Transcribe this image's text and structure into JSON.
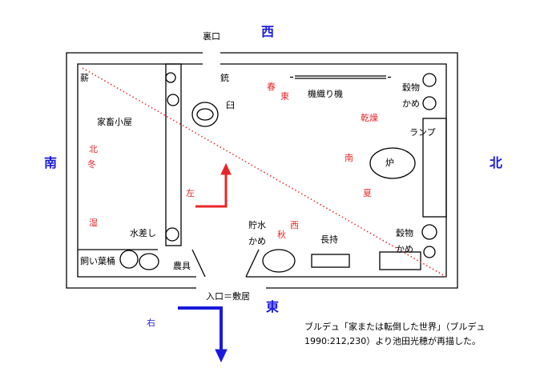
{
  "directions": {
    "west": "西",
    "south": "南",
    "north": "北",
    "east": "東"
  },
  "labels": {
    "back_door": "裏口",
    "firewood": "薪",
    "gun": "銃",
    "mill": "臼",
    "livestock_shed": "家畜小屋",
    "loom": "機織り機",
    "grain_jar_top": [
      "穀物",
      "かめ"
    ],
    "lamp": "ランプ",
    "hearth": "炉",
    "water_trough": "水差し",
    "fodder_tub": "飼い葉桶",
    "farm_tools": "農具",
    "water_jar": [
      "貯水",
      "かめ"
    ],
    "long_chest": "長持",
    "grain_jar_bottom": [
      "穀物",
      "かめ"
    ],
    "entrance": "入口＝敷居"
  },
  "symbolic_labels": {
    "spring": "春",
    "east": "東",
    "dry": "乾燥",
    "south": "南",
    "summer": "夏",
    "north": "北",
    "winter": "冬",
    "wet": "湿",
    "west": "西",
    "autumn": "秋",
    "left": "左",
    "right": "右"
  },
  "caption": [
    "ブルデュ「家または転倒した世界」（ブルデュ",
    "1990:212,230）より池田光穂が再描した。"
  ],
  "colors": {
    "red": "#e8262a",
    "blue": "#1a1adc",
    "line": "#000000"
  }
}
